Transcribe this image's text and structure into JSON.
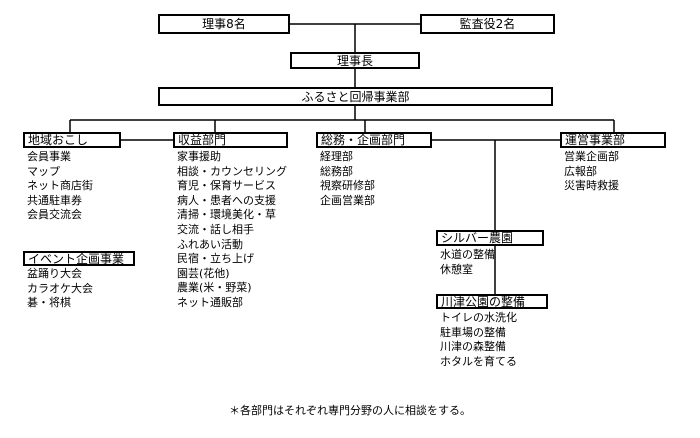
{
  "top": {
    "board": "理事8名",
    "auditors": "監査役2名",
    "chairman": "理事長",
    "headquarters": "ふるさと回帰事業部"
  },
  "departments": [
    {
      "id": "chiiki",
      "title": "地域おこし",
      "items": [
        "会員事業",
        "マップ",
        "ネット商店街",
        "共通駐車券",
        "会員交流会"
      ]
    },
    {
      "id": "shueki",
      "title": "収益部門",
      "items": [
        "家事援助",
        "相談・カウンセリング",
        "育児・保育サービス",
        "病人・患者への支援",
        "清掃・環境美化・草",
        "交流・話し相手",
        "ふれあい活動",
        "民宿・立ち上げ",
        "園芸(花他)",
        "農業(米・野菜)",
        "ネット通販部"
      ]
    },
    {
      "id": "somu",
      "title": "総務・企画部門",
      "items": [
        "経理部",
        "総務部",
        "視察研修部",
        "企画営業部"
      ]
    },
    {
      "id": "unei",
      "title": "運営事業部",
      "items": [
        "営業企画部",
        "広報部",
        "災害時救援"
      ]
    }
  ],
  "sub_units": [
    {
      "id": "event",
      "title": "イベント企画事業",
      "items": [
        "盆踊り大会",
        "カラオケ大会",
        "碁・将棋"
      ]
    },
    {
      "id": "silver",
      "title": "シルバー農園",
      "items": [
        "水道の整備",
        "休憩室"
      ]
    },
    {
      "id": "kawazu",
      "title": "川津公園の整備",
      "items": [
        "トイレの水洗化",
        "駐車場の整備",
        "川津の森整備",
        "ホタルを育てる"
      ]
    }
  ],
  "footnote": "＊各部門はそれぞれ専門分野の人に相談をする。"
}
